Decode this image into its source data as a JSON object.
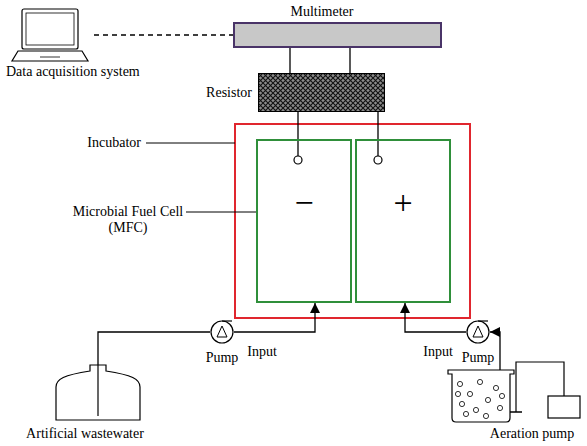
{
  "diagram": {
    "nodes": [
      {
        "text": [
          "Data acquisition system"
        ]
      },
      {
        "text": [
          "Multimeter"
        ]
      },
      {
        "text": [
          "Resistor"
        ]
      },
      {
        "text": [
          "−"
        ]
      },
      {
        "text": [
          "+"
        ]
      },
      {
        "text": [
          "Pump"
        ]
      },
      {
        "text": [
          "Pump"
        ]
      },
      {
        "text": [
          "Artificial wastewater"
        ]
      },
      {
        "text": [
          "Aeration pump"
        ]
      }
    ],
    "edges": [
      {
        "from": 0,
        "to": 1,
        "arrow": "none"
      },
      {
        "from": 1,
        "to": 2,
        "arrow": "none"
      },
      {
        "from": 1,
        "to": 2,
        "arrow": "none"
      },
      {
        "from": 2,
        "to": 3,
        "arrow": "none"
      },
      {
        "from": 2,
        "to": 4,
        "arrow": "none"
      },
      {
        "from": 7,
        "to": 5,
        "arrow": "none"
      },
      {
        "from": 5,
        "to": 3,
        "label": "Input",
        "arrow": "to"
      },
      {
        "from": 8,
        "to": 6,
        "arrow": "to"
      },
      {
        "from": 6,
        "to": 4,
        "label": "Input",
        "arrow": "to"
      }
    ],
    "labels": [
      "Incubator",
      "Microbial Fuel Cell (MFC)"
    ]
  }
}
